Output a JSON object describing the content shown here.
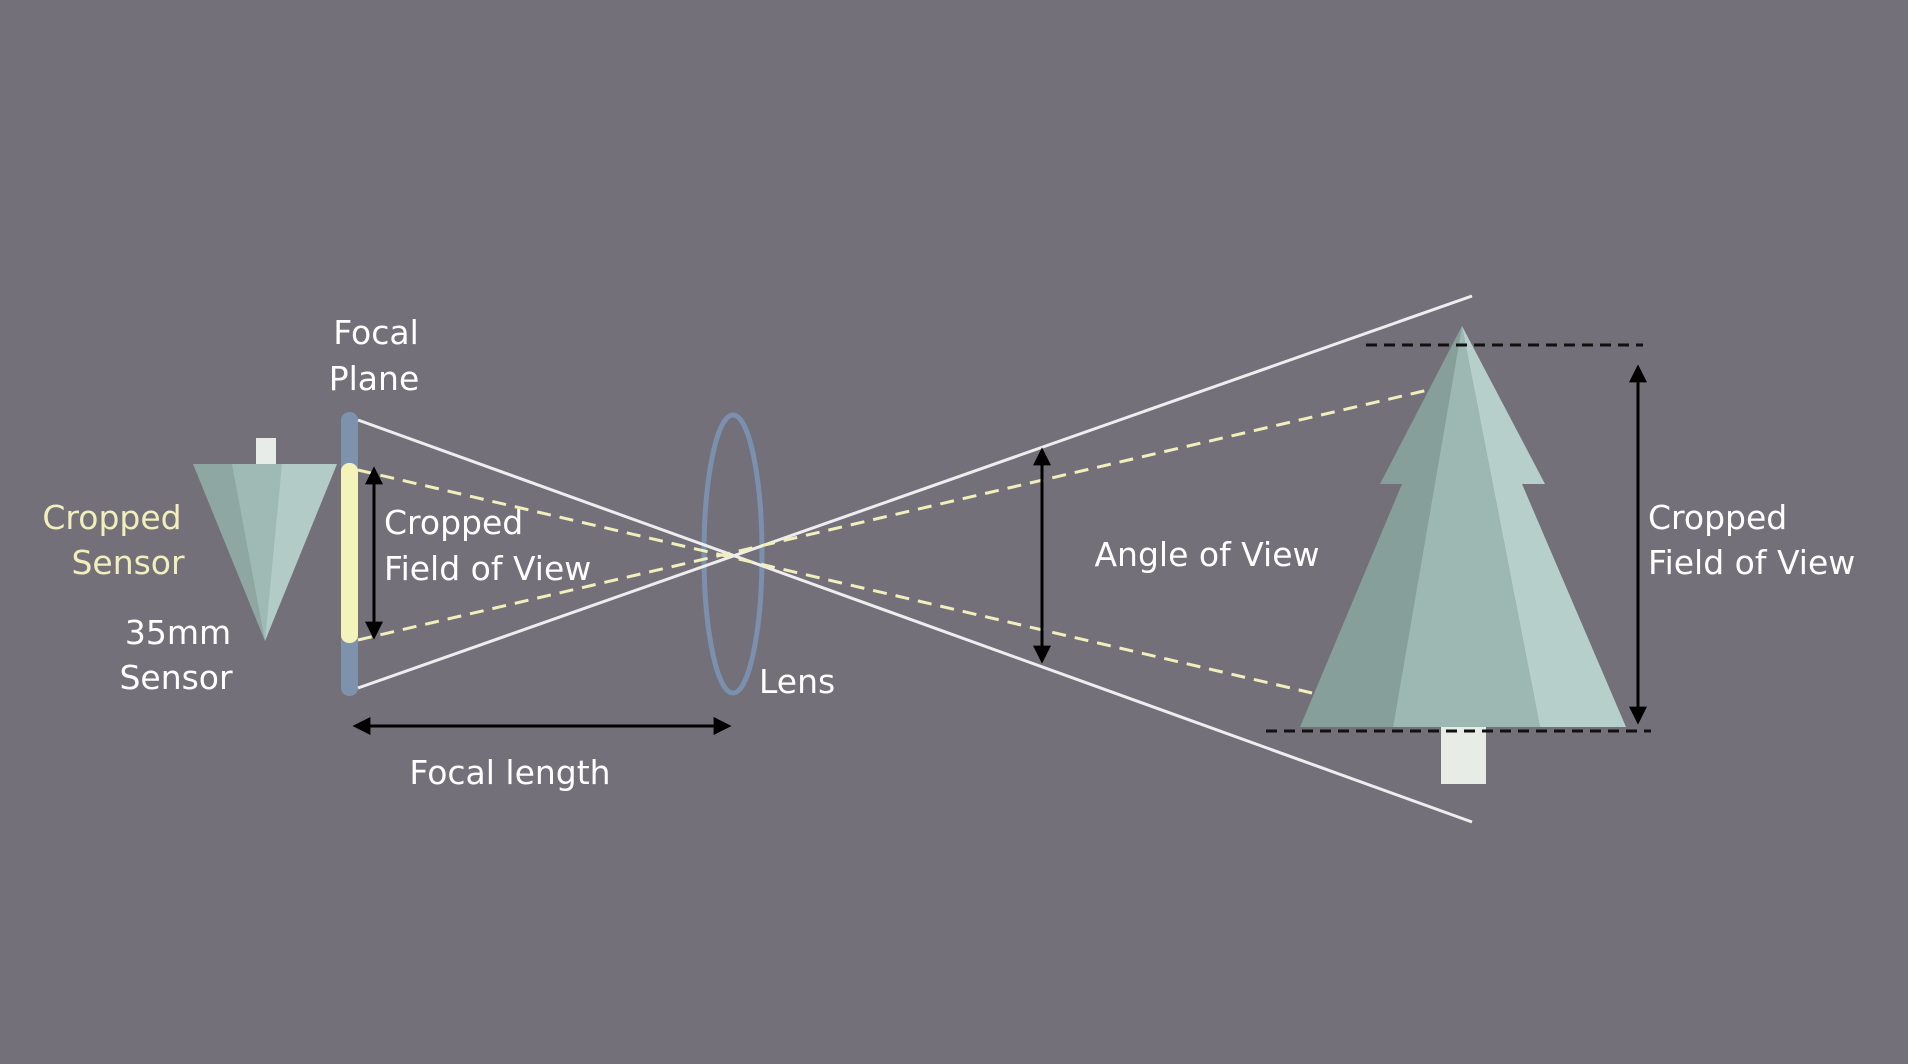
{
  "labels": {
    "focal_plane_line1": "Focal",
    "focal_plane_line2": "Plane",
    "cropped_sensor_line1": "Cropped",
    "cropped_sensor_line2": "Sensor",
    "sensor35_line1": "35mm",
    "sensor35_line2": "Sensor",
    "cropped_fov_left_line1": "Cropped",
    "cropped_fov_left_line2": "Field of View",
    "lens": "Lens",
    "focal_length": "Focal length",
    "angle_of_view": "Angle of View",
    "cropped_fov_right_line1": "Cropped",
    "cropped_fov_right_line2": "Field of View"
  },
  "colors": {
    "background": "#747079",
    "ray_solid": "#eeeeee",
    "ray_dashed": "#f1efbb",
    "sensor_35mm": "#7e92ad",
    "sensor_cropped": "#f4f3b9",
    "lens": "#7a90ae",
    "arrows": "#000000",
    "text_white": "#ffffff",
    "text_yellow": "#f1efbb",
    "tree_dark": "#879f9b",
    "tree_mid": "#9db7b2",
    "tree_light": "#b7cfca",
    "trunk": "#e7ece7"
  },
  "icons": [
    "tree-icon-small",
    "tree-icon-large",
    "lens-icon",
    "sensor-icon"
  ]
}
